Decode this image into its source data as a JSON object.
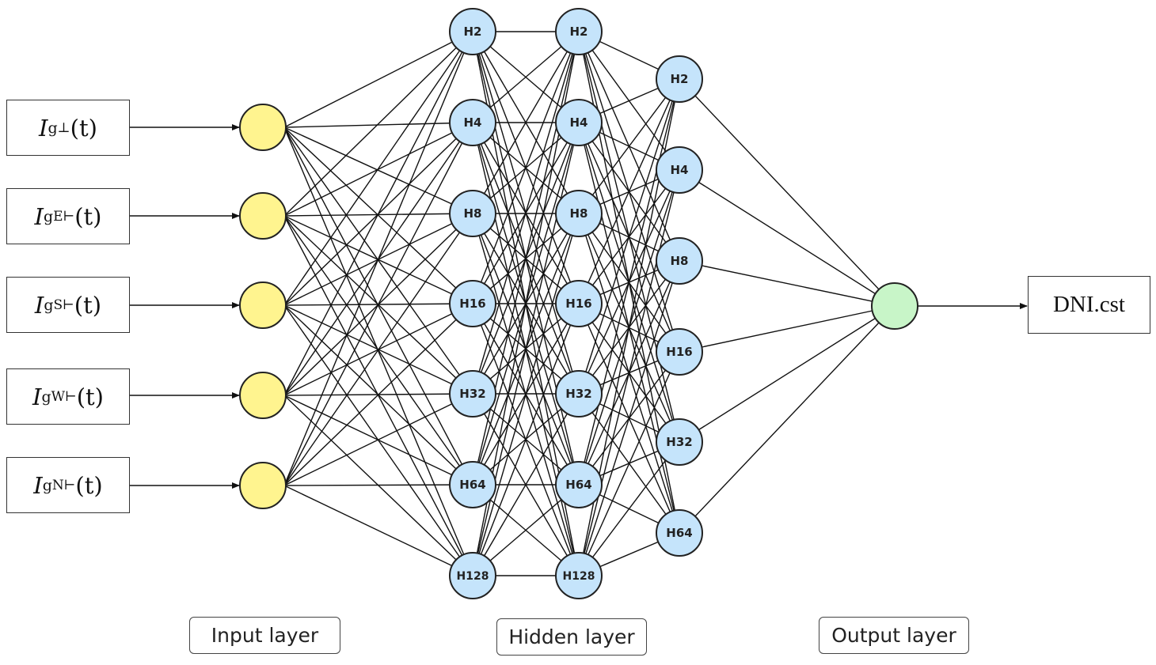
{
  "diagram": {
    "inputs": [
      {
        "symbol": "I",
        "sub": "g",
        "sup": "⊥",
        "arg": "(t)"
      },
      {
        "symbol": "I",
        "sub": "g",
        "sup": "E⊢",
        "arg": "(t)"
      },
      {
        "symbol": "I",
        "sub": "g",
        "sup": "S⊢",
        "arg": "(t)"
      },
      {
        "symbol": "I",
        "sub": "g",
        "sup": "W⊢",
        "arg": "(t)"
      },
      {
        "symbol": "I",
        "sub": "g",
        "sup": "N⊢",
        "arg": "(t)"
      }
    ],
    "hidden_layer_1": [
      "H2",
      "H4",
      "H8",
      "H16",
      "H32",
      "H64",
      "H128"
    ],
    "hidden_layer_2": [
      "H2",
      "H4",
      "H8",
      "H16",
      "H32",
      "H64",
      "H128"
    ],
    "hidden_layer_3": [
      "H2",
      "H4",
      "H8",
      "H16",
      "H32",
      "H64"
    ],
    "output": "DNI.cst",
    "labels": {
      "input_layer": "Input layer",
      "hidden_layer": "Hidden layer",
      "output_layer": "Output layer"
    },
    "colors": {
      "input_node": "#fff48f",
      "hidden_node": "#c5e4fb",
      "output_node": "#c8f5c8",
      "stroke": "#222222"
    }
  }
}
